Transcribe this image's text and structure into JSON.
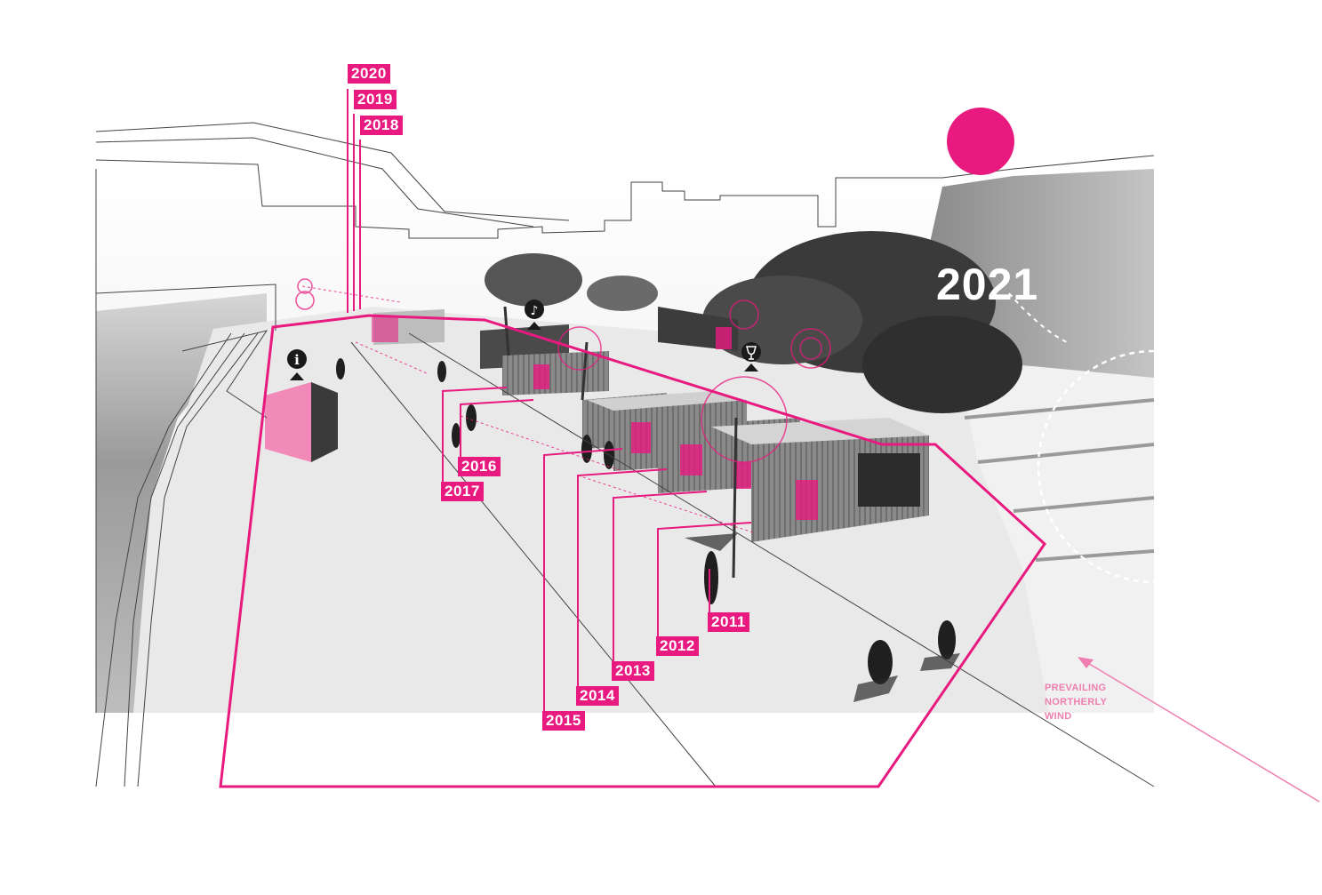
{
  "years": {
    "y2011": "2011",
    "y2012": "2012",
    "y2013": "2013",
    "y2014": "2014",
    "y2015": "2015",
    "y2016": "2016",
    "y2017": "2017",
    "y2018": "2018",
    "y2019": "2019",
    "y2020": "2020",
    "y2021": "2021"
  },
  "wind_label": {
    "line1": "PREVAILING",
    "line2": "NORTHERLY",
    "line3": "WIND"
  },
  "icons": [
    "info-icon",
    "music-icon",
    "wine-glass-icon"
  ],
  "colors": {
    "accent": "#e8197f",
    "wind": "#ef7fb0",
    "ground": "#e6e6e6",
    "water": "#8c8c8c",
    "foliage": "#3a3a3a",
    "container": "#7a7a7a"
  }
}
